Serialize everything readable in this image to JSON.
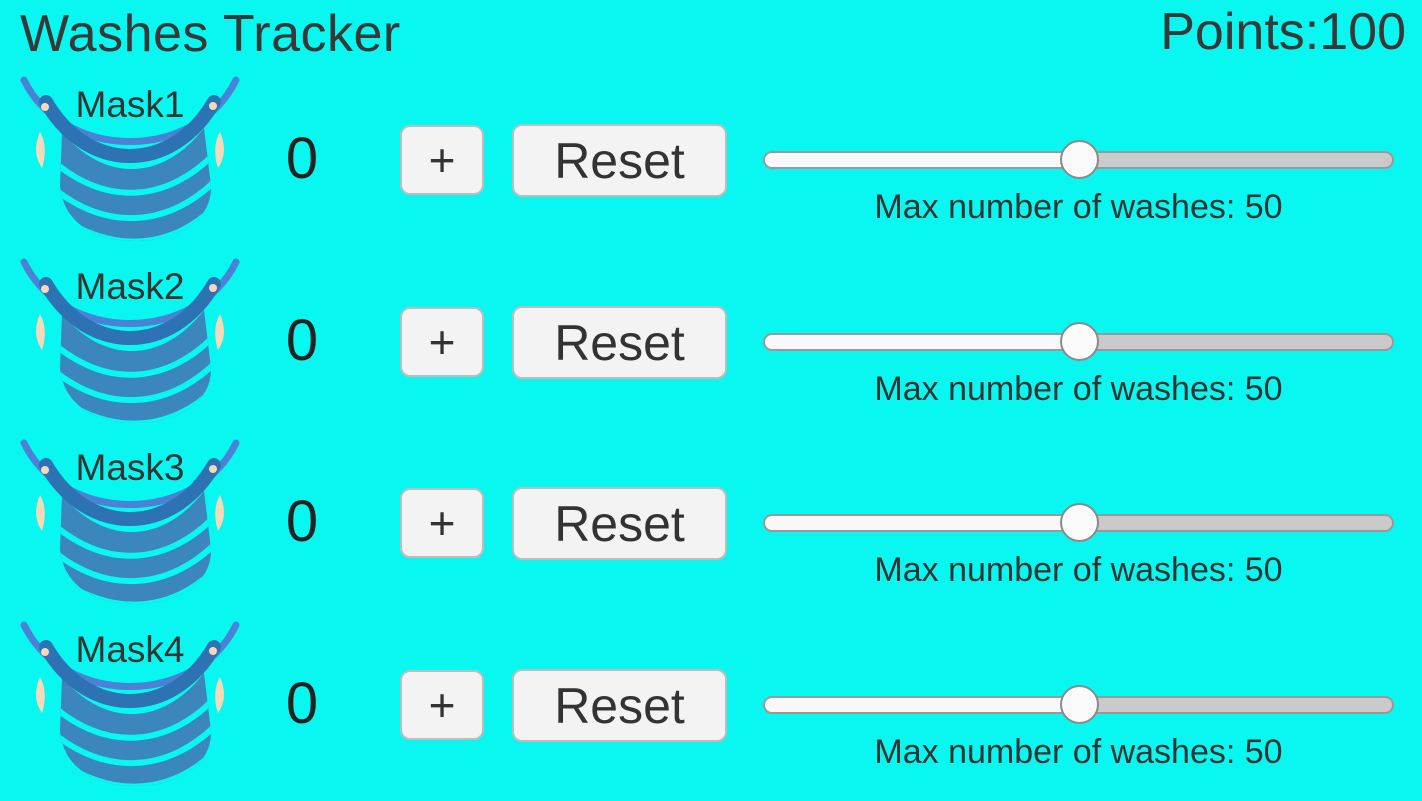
{
  "app": {
    "title": "Washes Tracker",
    "points_label": "Points:",
    "points_value": "100"
  },
  "colors": {
    "background": "#08F7F0",
    "text_dark": "#363636",
    "mask_body": "#3B86BC",
    "mask_hem": "#2D73B4",
    "mask_strap": "#4C82D6",
    "mask_skin_accent": "#F6D9B8",
    "button_bg": "#F3F3F3",
    "slider_fill_left": "#F8F8F8",
    "slider_track_right": "#CACACA"
  },
  "rows": [
    {
      "mask_label": "Mask1",
      "count": "0",
      "plus_label": "+",
      "reset_label": "Reset",
      "max_washes_label": "Max number of washes: 50",
      "slider_percent": 50
    },
    {
      "mask_label": "Mask2",
      "count": "0",
      "plus_label": "+",
      "reset_label": "Reset",
      "max_washes_label": "Max number of washes: 50",
      "slider_percent": 50
    },
    {
      "mask_label": "Mask3",
      "count": "0",
      "plus_label": "+",
      "reset_label": "Reset",
      "max_washes_label": "Max number of washes: 50",
      "slider_percent": 50
    },
    {
      "mask_label": "Mask4",
      "count": "0",
      "plus_label": "+",
      "reset_label": "Reset",
      "max_washes_label": "Max number of washes: 50",
      "slider_percent": 50
    }
  ]
}
